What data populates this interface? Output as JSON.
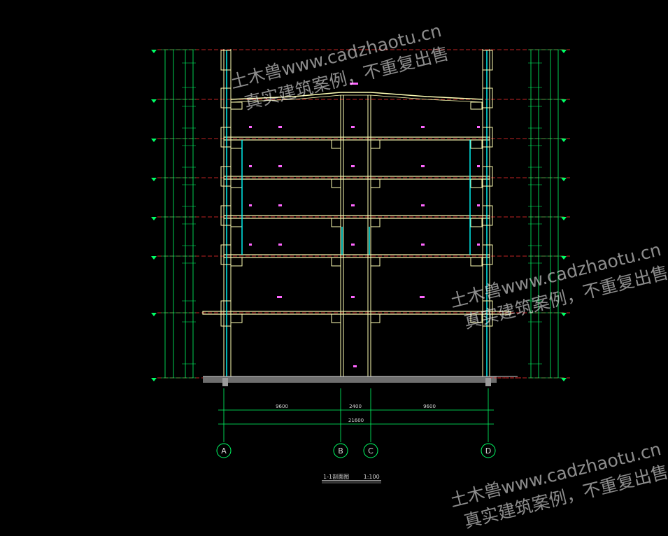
{
  "drawing": {
    "title": "1-1剖面图",
    "scale": "1:100",
    "axes": [
      "A",
      "B",
      "C",
      "D"
    ],
    "spans": [
      "9600",
      "2400",
      "9600"
    ],
    "total_width": "21600",
    "colors": {
      "background": "#000000",
      "wall": "#ffffb4",
      "column": "#00ffff",
      "level_line": "#ff3030",
      "dimension": "#00ff66",
      "ground": "#9a9a9a",
      "room_label": "#ff66ff"
    }
  },
  "watermarks": [
    {
      "line1": "土木兽www.cadzhaotu.cn",
      "line2": "真实建筑案例，不重复出售"
    },
    {
      "line1": "土木兽www.cadzhaotu.cn",
      "line2": "真实建筑案例，不重复出售"
    },
    {
      "line1": "土木兽www.cadzhaotu.cn",
      "line2": "真实建筑案例，不重复出售"
    }
  ]
}
